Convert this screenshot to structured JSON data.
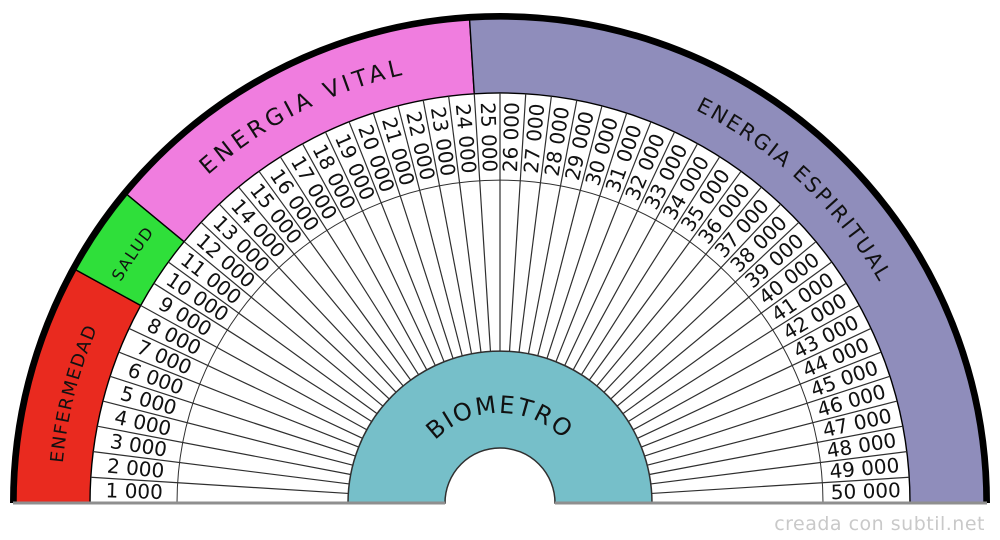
{
  "chart": {
    "type": "semicircular-dial",
    "center_label": "BIOMETRO",
    "bands": [
      {
        "label": "ENFERMEDAD",
        "color": "#e92a1f",
        "from_value": 1000,
        "to_value": 8000
      },
      {
        "label": "SALUD",
        "color": "#2fdf3a",
        "from_value": 9000,
        "to_value": 11000
      },
      {
        "label": "ENERGIA VITAL",
        "color": "#f07ddf",
        "from_value": 12000,
        "to_value": 24000
      },
      {
        "label": "ENERGIA ESPIRITUAL",
        "color": "#8f8dbb",
        "from_value": 25000,
        "to_value": 50000
      }
    ],
    "scale": {
      "min": 1000,
      "max": 50000,
      "step": 1000,
      "sector_count": 50,
      "tick_labels": [
        "1 000",
        "2 000",
        "3 000",
        "4 000",
        "5 000",
        "6 000",
        "7 000",
        "8 000",
        "9 000",
        "10 000",
        "11 000",
        "12 000",
        "13 000",
        "14 000",
        "15 000",
        "16 000",
        "17 000",
        "18 000",
        "19 000",
        "20 000",
        "21 000",
        "22 000",
        "23 000",
        "24 000",
        "25 000",
        "26 000",
        "27 000",
        "28 000",
        "29 000",
        "30 000",
        "31 000",
        "32 000",
        "33 000",
        "34 000",
        "35 000",
        "36 000",
        "37 000",
        "38 000",
        "39 000",
        "40 000",
        "41 000",
        "42 000",
        "43 000",
        "44 000",
        "45 000",
        "46 000",
        "47 000",
        "48 000",
        "49 000",
        "50 000"
      ]
    },
    "colors": {
      "background": "#ffffff",
      "center_fill": "#76bfc9",
      "rim": "#000000",
      "outline": "#000000",
      "line": "#2f2f2f",
      "text": "#111111",
      "baseline": "#8f8f8f"
    }
  },
  "watermark": "creada con subtil.net"
}
